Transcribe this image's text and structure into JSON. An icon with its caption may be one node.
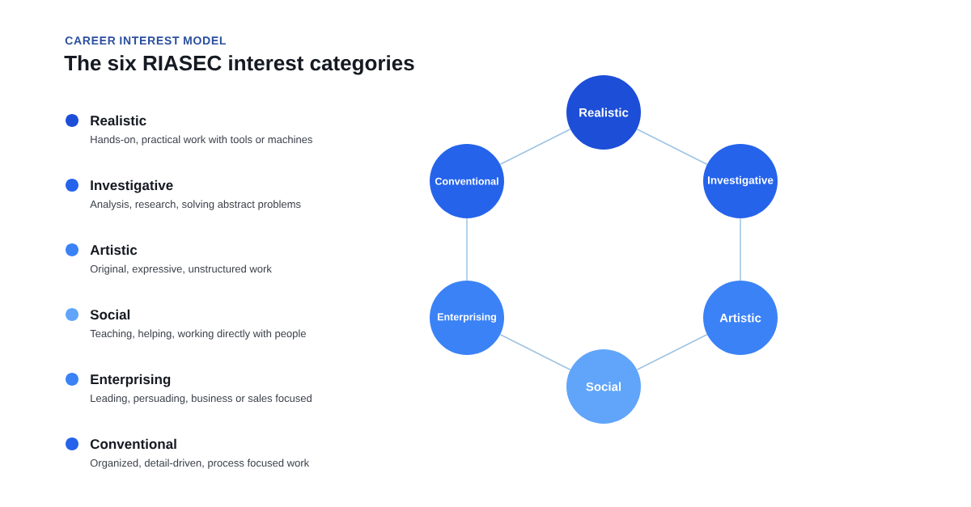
{
  "diagram": {
    "title": "The six RIASEC interest categories",
    "nodes": [
      {
        "text": [
          "Realistic"
        ]
      },
      {
        "text": [
          "Investigative"
        ]
      },
      {
        "text": [
          "Artistic"
        ]
      },
      {
        "text": [
          "Social"
        ]
      },
      {
        "text": [
          "Enterprising"
        ]
      },
      {
        "text": [
          "Conventional"
        ]
      }
    ],
    "edges": [
      {
        "from": 0,
        "to": 1,
        "arrow": "none"
      },
      {
        "from": 1,
        "to": 2,
        "arrow": "none"
      },
      {
        "from": 2,
        "to": 3,
        "arrow": "none"
      },
      {
        "from": 3,
        "to": 4,
        "arrow": "none"
      },
      {
        "from": 4,
        "to": 5,
        "arrow": "none"
      },
      {
        "from": 5,
        "to": 0,
        "arrow": "none"
      }
    ],
    "labels": [
      "CAREER INTEREST MODEL",
      "Hands-on, practical work with tools or machines",
      "Analysis, research, solving abstract problems",
      "Original, expressive, unstructured work",
      "Teaching, helping, working directly with people",
      "Leading, persuading, business or sales focused",
      "Organized, detail-driven, process focused work"
    ],
    "legend": [
      {
        "text": "Realistic",
        "color": "#1d4ed8"
      },
      {
        "text": "Investigative",
        "color": "#2563eb"
      },
      {
        "text": "Artistic",
        "color": "#3b82f6"
      },
      {
        "text": "Social",
        "color": "#60a5fa"
      },
      {
        "text": "Enterprising",
        "color": "#3b82f6"
      },
      {
        "text": "Conventional",
        "color": "#2563eb"
      }
    ]
  }
}
